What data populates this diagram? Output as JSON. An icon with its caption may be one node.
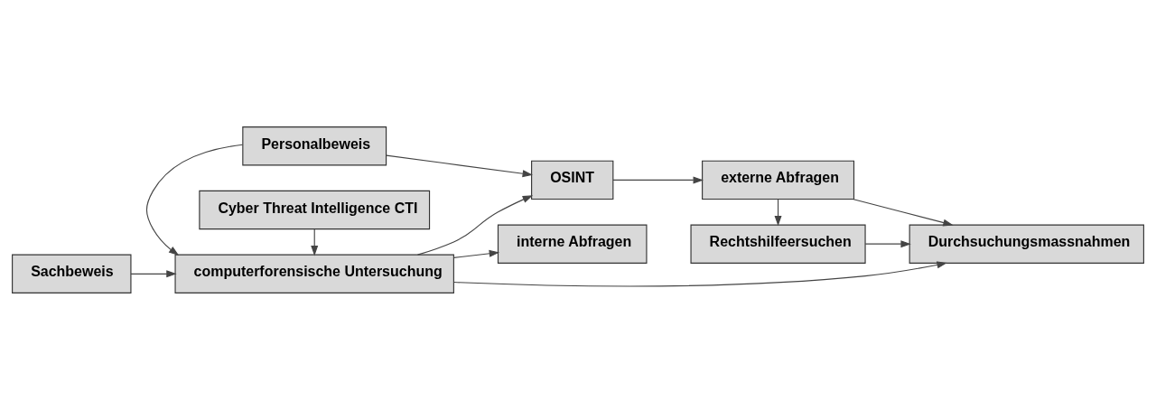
{
  "diagram": {
    "nodes": [
      {
        "text": [
          "Sachbeweis"
        ]
      },
      {
        "text": [
          "Personalbeweis"
        ]
      },
      {
        "text": [
          "computerforensische Untersuchung"
        ]
      },
      {
        "text": [
          "Cyber Threat Intelligence CTI"
        ]
      },
      {
        "text": [
          "OSINT"
        ]
      },
      {
        "text": [
          "externe Abfragen"
        ]
      },
      {
        "text": [
          "interne Abfragen"
        ]
      },
      {
        "text": [
          "Rechtshilfeersuchen"
        ]
      },
      {
        "text": [
          "Durchsuchungsmassnahmen"
        ]
      }
    ],
    "edges": [
      {
        "from": 0,
        "to": 2,
        "arrow": "to"
      },
      {
        "from": 1,
        "to": 2,
        "arrow": "to"
      },
      {
        "from": 3,
        "to": 2,
        "arrow": "to"
      },
      {
        "from": 1,
        "to": 4,
        "arrow": "to"
      },
      {
        "from": 2,
        "to": 4,
        "arrow": "to"
      },
      {
        "from": 4,
        "to": 5,
        "arrow": "to"
      },
      {
        "from": 2,
        "to": 6,
        "arrow": "to"
      },
      {
        "from": 2,
        "to": 8,
        "arrow": "to"
      },
      {
        "from": 5,
        "to": 7,
        "arrow": "to"
      },
      {
        "from": 5,
        "to": 8,
        "arrow": "to"
      },
      {
        "from": 7,
        "to": 8,
        "arrow": "to"
      }
    ]
  }
}
